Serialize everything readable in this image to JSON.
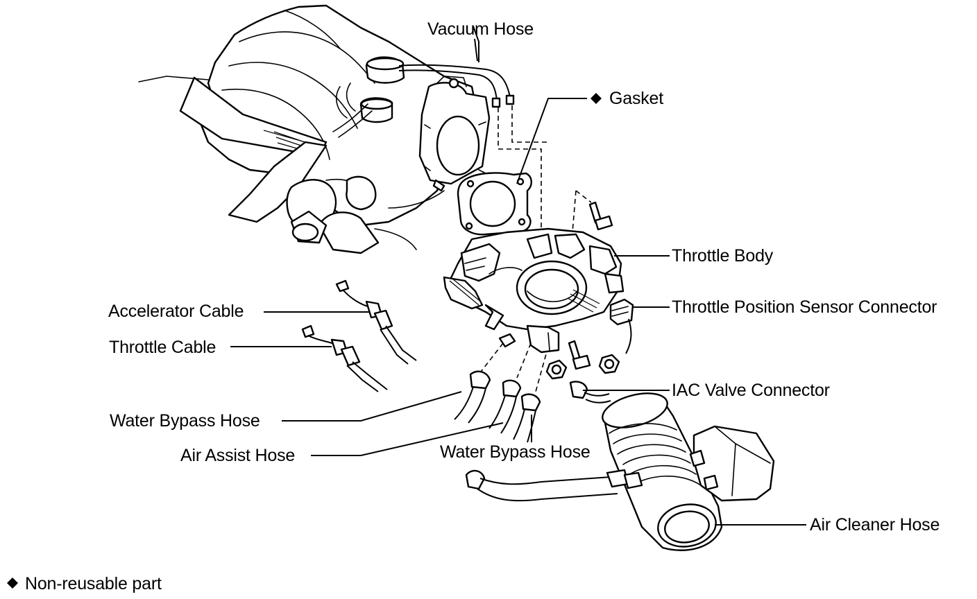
{
  "labels": {
    "vacuum_hose": "Vacuum Hose",
    "gasket": "Gasket",
    "throttle_body": "Throttle Body",
    "tps_connector": "Throttle Position Sensor Connector",
    "accelerator_cable": "Accelerator Cable",
    "throttle_cable": "Throttle Cable",
    "water_bypass_hose_left": "Water Bypass Hose",
    "air_assist_hose": "Air Assist Hose",
    "water_bypass_hose_center": "Water Bypass Hose",
    "iac_valve_connector": "IAC Valve Connector",
    "air_cleaner_hose": "Air Cleaner Hose"
  },
  "legend": {
    "symbol": "◆",
    "text": "Non-reusable part"
  },
  "icons": {
    "non_reusable_marker": "diamond-icon"
  }
}
